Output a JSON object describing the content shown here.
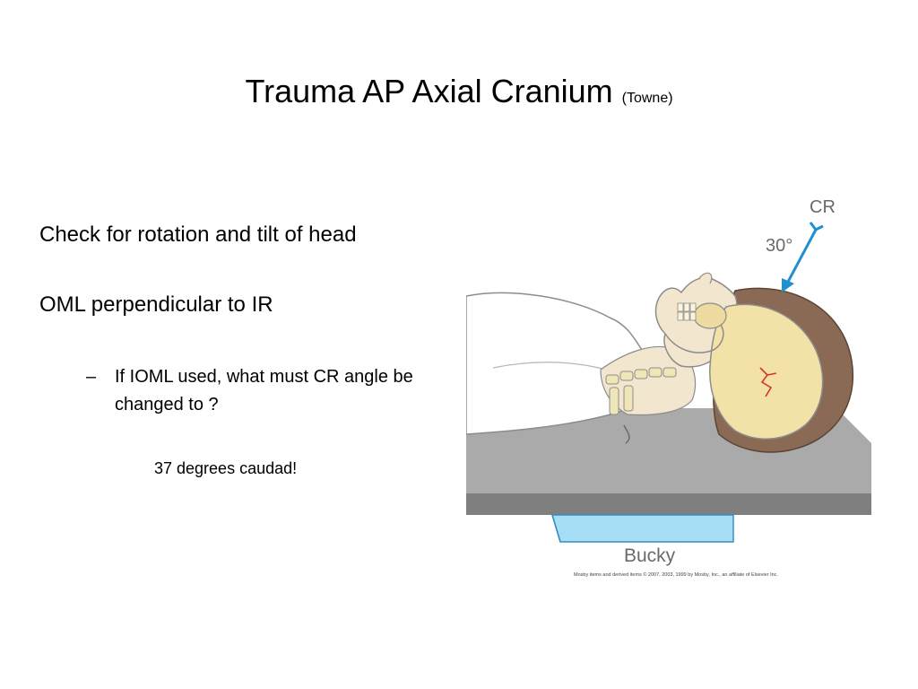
{
  "slide": {
    "title": "Trauma AP Axial Cranium",
    "subtitle": "(Towne)"
  },
  "bullets": [
    "Check for rotation and tilt of head",
    "OML perpendicular to IR"
  ],
  "sub_bullet": {
    "marker": "–",
    "text": "If IOML used, what must CR angle be changed  to ?"
  },
  "answer": "37 degrees caudad!",
  "illustration": {
    "cr_label": "CR",
    "angle_label": "30°",
    "bucky_label": "Bucky",
    "copyright": "Mosby items and derived items © 2007, 2003, 1999 by Mosby, Inc., an affiliate of Elsevier Inc.",
    "colors": {
      "table_top": "#aaaaaa",
      "table_edge": "#7f7f7f",
      "bucky": "#a6dff5",
      "cr_arrow": "#1f8fd0",
      "hair": "#8b6a55",
      "skull": "#f2e2a8",
      "gown": "#ffffff",
      "fracture": "#d8342c"
    }
  }
}
